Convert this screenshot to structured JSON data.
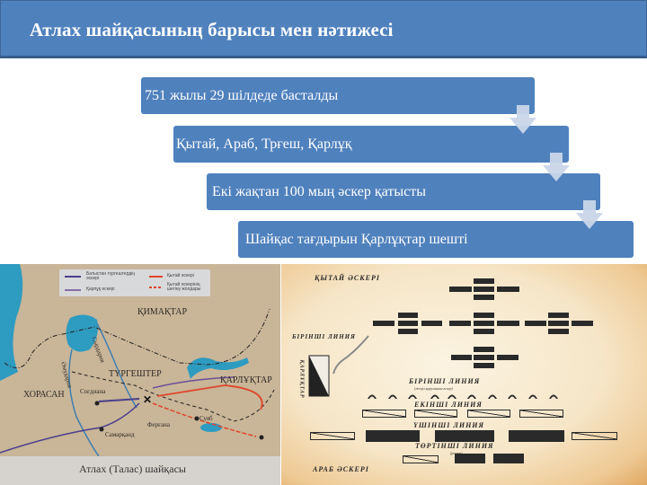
{
  "slide": {
    "title": "Атлах шайқасының барысы мен нәтижесі",
    "colors": {
      "title_bg": "#4f81bd",
      "flow_box_bg": "#4f81bd",
      "flow_arrow": "#c5d3e6",
      "text_on_blue": "#ffffff"
    }
  },
  "flow": {
    "steps": [
      {
        "label": "751 жылы 29 шілдеде басталды"
      },
      {
        "label": "Қытай, Араб, Трғеш, Қарлұқ"
      },
      {
        "label": "Екі жақтан 100 мың әскер қатысты"
      },
      {
        "label": "Шайқас тағдырын Қарлұқтар шешті"
      }
    ],
    "arrow_icon": "down-arrow-icon"
  },
  "map": {
    "caption": "Атлах (Талас) шайқасы",
    "legend": [
      {
        "label": "Батыстан түргештердің әскері",
        "color": "#4a3f8c"
      },
      {
        "label": "Қарлұқ әскері",
        "color": "#6a4f98"
      },
      {
        "label": "Қытай әскері",
        "color": "#e0452c"
      },
      {
        "label": "Қытай әскерінің шегіну жолдары",
        "color": "#e0452c"
      }
    ],
    "labels": {
      "kimaktar": "ҚИМАҚТАР",
      "turgeshter": "ТҮРГЕШТЕР",
      "karluktar": "ҚАРЛҰҚТАР",
      "khorasan": "ХОРАСАН",
      "sogdiana": "Соғдиана",
      "samarkand": "Самарқанд",
      "fergana": "Ферғана",
      "suyab": "Суяб",
      "syrdarya": "Сырдария",
      "amudarya": "Әмудария"
    }
  },
  "battle": {
    "chinese_army": "ҚЫТАЙ ӘСКЕРІ",
    "first_line_top": "БІРІНШІ ЛИНИЯ",
    "karluktar": "ҚАРЛҰҚТАР",
    "first_line": "БІРІНШІ ЛИНИЯ",
    "first_line_sub": "(жеңіл қаруланған әскер)",
    "second_line": "ЕКІНШІ ЛИНИЯ",
    "third_line": "ҮШІНШІ ЛИНИЯ",
    "fourth_line": "ТӨРТІНШІ ЛИНИЯ",
    "fourth_line_sub": "(резерв)",
    "arab_army": "АРАБ ӘСКЕРІ"
  }
}
